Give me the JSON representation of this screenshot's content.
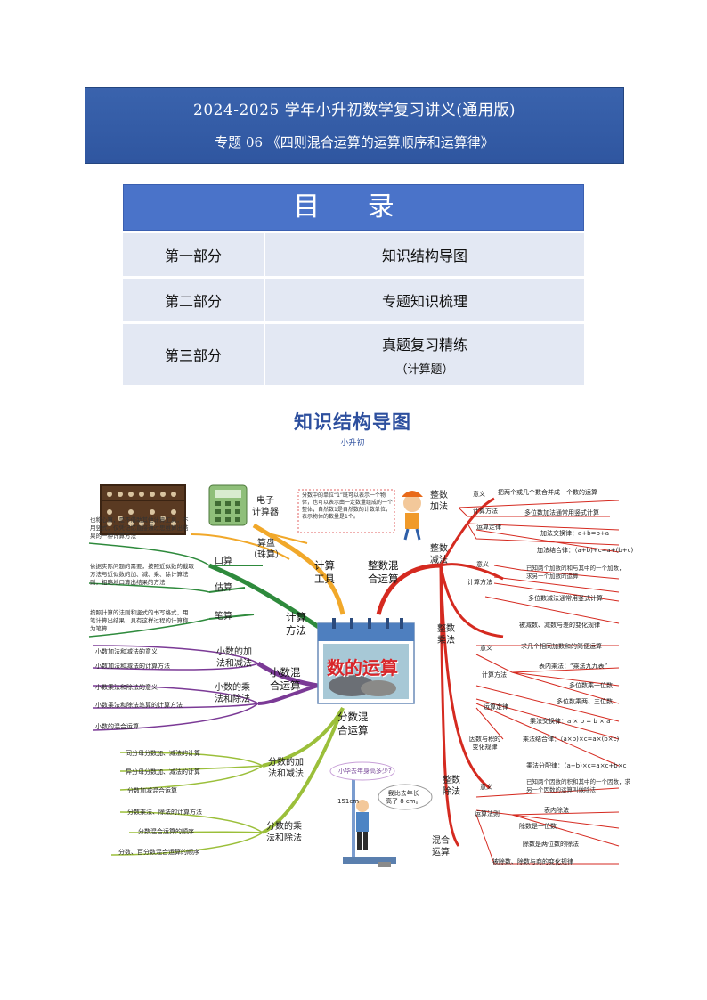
{
  "header": {
    "title": "2024-2025 学年小升初数学复习讲义(通用版)",
    "subtitle": "专题 06 《四则混合运算的运算顺序和运算律》"
  },
  "toc": {
    "heading": "目 录",
    "rows": [
      {
        "part": "第一部分",
        "name": "知识结构导图",
        "sub": ""
      },
      {
        "part": "第二部分",
        "name": "专题知识梳理",
        "sub": ""
      },
      {
        "part": "第三部分",
        "name": "真题复习精练",
        "sub": "（计算题）"
      }
    ]
  },
  "logo": {
    "main": "知识结构导图",
    "small": "小升初"
  },
  "mindmap": {
    "center": "数的运算",
    "branches": {
      "tools": "计算\n工具",
      "method": "计算\n方法",
      "integer": "整数混\n合运算",
      "decimal": "小数混\n合运算",
      "fraction": "分数混\n合运算"
    },
    "tools": {
      "calc": "电子\n计算器",
      "abacus": "算盘\n（珠算）"
    },
    "method": {
      "oral": "口算",
      "estimate": "估算",
      "written": "笔算",
      "oral_note": "也称心算，是不借助其他计算工具，不用竖式，仅凭记忆直接通过思维算出结果的一种计算方法",
      "estimate_note": "依据实际问题的需要，按照近似数的截取方法与近似数的加、减、乘、除计算法则，粗略地口算出结果的方法",
      "written_note": "按照计算的法则和竖式的书写格式，用笔计算出结果，具有这样过程的计算称为笔算"
    },
    "decimal": {
      "addsub": "小数的加\n法和减法",
      "muldiv": "小数的乘\n法和除法",
      "items": [
        "小数加法和减法的意义",
        "小数加法和减法的计算方法",
        "小数乘法和除法的意义",
        "小数乘法和除法笔算的计算方法",
        "小数的混合运算"
      ]
    },
    "fraction": {
      "addsub": "分数的加\n法和减法",
      "muldiv": "分数的乘\n法和除法",
      "items": [
        "同分母分数加、减法的计算",
        "异分母分数加、减法的计算",
        "分数加减混合运算",
        "分数乘法、除法的计算方法",
        "分数混合运算的顺序",
        "分数、百分数混合运算的顺序"
      ],
      "bubble1": "小华去年身高多少?",
      "bubble2": "我比去年长\n高了 8 cm。",
      "height": "151cm"
    },
    "cartoon_note": "分数中的单位“1”既可以表示一个物体，也可以表示由一定数量组成的一个整体；自然数1是自然数的计数单位，表示物体的数量是1个。",
    "integer": {
      "add": "整数\n加法",
      "sub": "整数\n减法",
      "mul": "整数\n乘法",
      "div": "整数\n除法",
      "mixed": "混合\n运算",
      "items": [
        "意义",
        "把两个或几个数合并成一个数的运算",
        "计算方法",
        "多位数加法通常用竖式计算",
        "运算定律",
        "加法交换律：a+b=b+a",
        "加法结合律：（a+b)+c=a+(b+c)",
        "意义",
        "已知两个加数的和与其中的一个加数，求另一个加数的运算",
        "计算方法",
        "多位数减法通常用竖式计算",
        "被减数、减数与差的变化规律",
        "意义",
        "求几个相同加数和的简便运算",
        "计算方法",
        "表内乘法：“乘法九九表”",
        "多位数乘一位数",
        "多位数乘两、三位数",
        "运算定律",
        "乘法交换律：a × b = b × a",
        "乘法结合律：（a×b)×c=a×(b×c)",
        "乘法分配律：（a+b)×c=a×c+b×c",
        "因数与积的\n变化规律",
        "意义",
        "已知两个因数的积和其中的一个因数，求另一个因数的运算叫做除法",
        "运算法则",
        "表内除法",
        "除数是一位数",
        "除数是两位数的除法",
        "被除数、除数与商的变化规律"
      ]
    }
  }
}
